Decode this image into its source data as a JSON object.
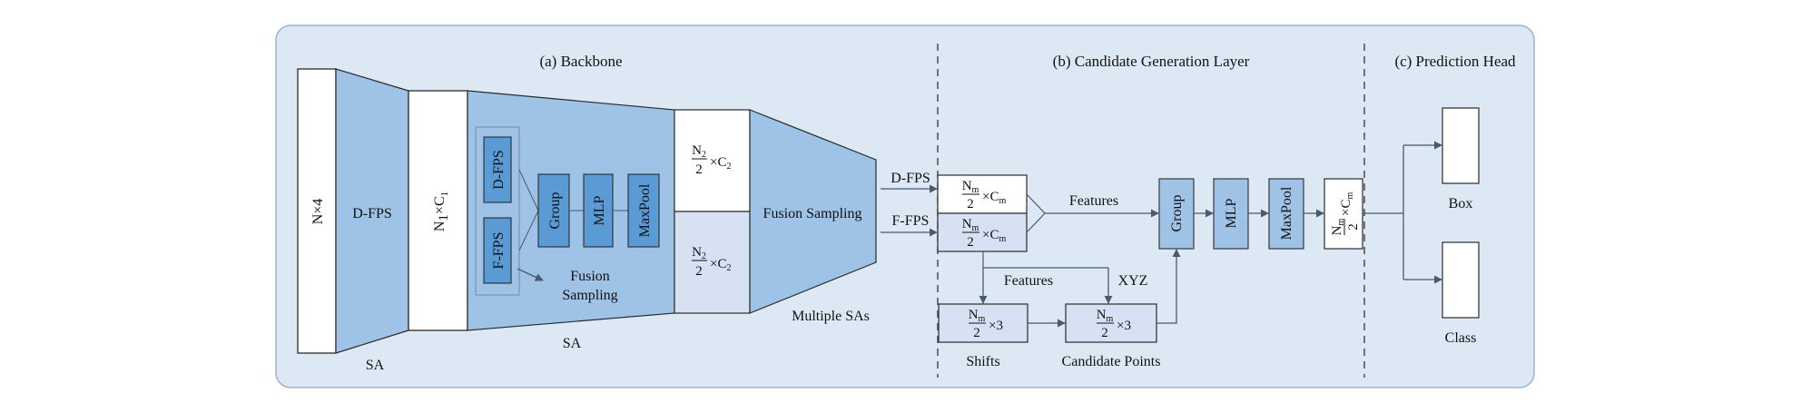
{
  "colors": {
    "panel": "#dce9f5",
    "panel_border": "#9fb4c8",
    "trapezoid": "#9ec3e6",
    "block_dark": "#5b9bd5",
    "block_light": "#d6e2f3",
    "arrow": "#4a5a6e"
  },
  "sections": {
    "backbone": "(a) Backbone",
    "candidate": "(b) Candidate Generation Layer",
    "prediction": "(c) Prediction Head"
  },
  "backbone": {
    "input": {
      "base": "N",
      "times": "×",
      "rest": "4"
    },
    "dfps_trap": "D-FPS",
    "sa1_label": "SA",
    "feat1": {
      "base": "N",
      "sub": "1",
      "times": "×",
      "base2": "C",
      "sub2": "1"
    },
    "inner_dfps": "D-FPS",
    "inner_ffps": "F-FPS",
    "group": "Group",
    "mlp": "MLP",
    "maxpool": "MaxPool",
    "fusion_sampling_line1": "Fusion",
    "fusion_sampling_line2": "Sampling",
    "sa2_label": "SA",
    "feat2_top": {
      "num": "N",
      "numsub": "2",
      "den": "2",
      "times": "×",
      "base": "C",
      "sub": "2"
    },
    "feat2_bottom": {
      "num": "N",
      "numsub": "2",
      "den": "2",
      "times": "×",
      "base": "C",
      "sub": "2"
    },
    "fusion_trap": "Fusion Sampling",
    "multiple_sas": "Multiple SAs"
  },
  "candidate": {
    "dfps_arrow": "D-FPS",
    "ffps_arrow": "F-FPS",
    "fm_top": {
      "num": "N",
      "numsub": "m",
      "den": "2",
      "times": "×",
      "base": "C",
      "sub": "m"
    },
    "fm_bottom": {
      "num": "N",
      "numsub": "m",
      "den": "2",
      "times": "×",
      "base": "C",
      "sub": "m"
    },
    "features_right": "Features",
    "features_down": "Features",
    "xyz": "XYZ",
    "shifts_box": {
      "num": "N",
      "numsub": "m",
      "den": "2",
      "times": "×",
      "rest": "3"
    },
    "cand_box": {
      "num": "N",
      "numsub": "m",
      "den": "2",
      "times": "×",
      "rest": "3"
    },
    "shifts_label": "Shifts",
    "cand_label": "Candidate Points",
    "group": "Group",
    "mlp": "MLP",
    "maxpool": "MaxPool",
    "out": {
      "num": "N",
      "numsub": "m",
      "den": "2",
      "times": "×",
      "base": "C",
      "sub": "m"
    }
  },
  "prediction": {
    "box": "Box",
    "class": "Class"
  }
}
